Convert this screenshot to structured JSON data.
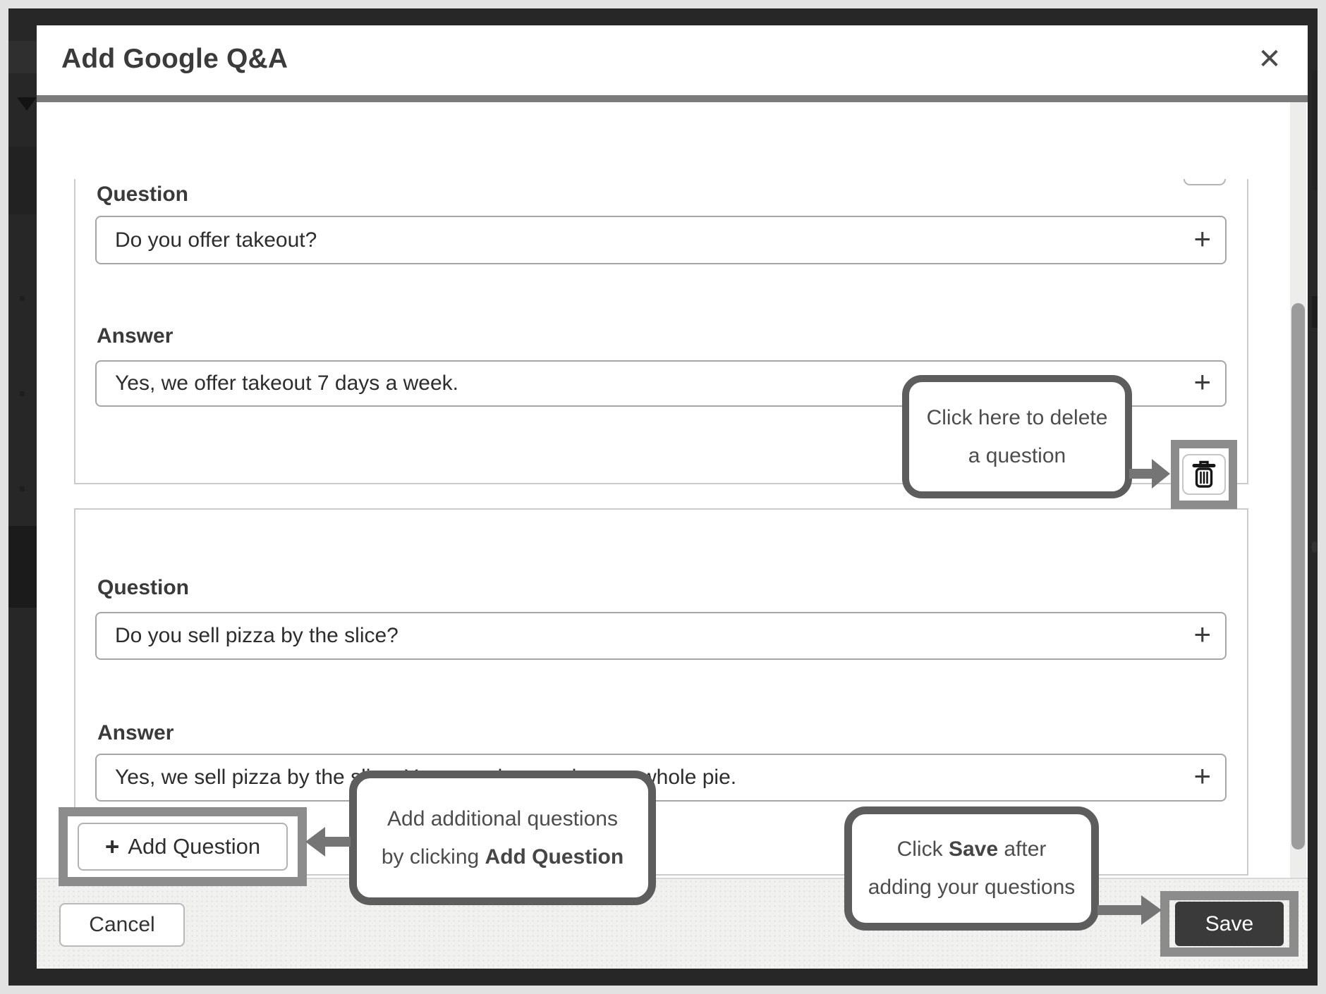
{
  "window": {
    "title": "Add Google Q&A"
  },
  "icons": {
    "close": "✕",
    "plus": "+",
    "trash": "trash-can",
    "scrollbar": "vertical-scrollbar"
  },
  "qa_blocks": [
    {
      "question_label": "Question",
      "question_value": "Do you offer takeout?",
      "answer_label": "Answer",
      "answer_value": "Yes, we offer takeout 7 days a week."
    },
    {
      "question_label": "Question",
      "question_value": "Do you sell pizza by the slice?",
      "answer_label": "Answer",
      "answer_value": "Yes, we sell pizza by the slice. You can also purchase a whole pie."
    }
  ],
  "actions": {
    "add_question_plus": "+",
    "add_question_label": "Add Question",
    "cancel_label": "Cancel",
    "save_label": "Save"
  },
  "callouts": {
    "delete_question": {
      "line1": "Click here to delete",
      "line2": "a question"
    },
    "add_question": {
      "line1": "Add additional questions",
      "line2_prefix": "by clicking ",
      "line2_bold": "Add Question"
    },
    "save": {
      "line1_prefix": "Click ",
      "line1_bold": "Save",
      "line1_suffix": " after",
      "line2": "adding your questions"
    }
  },
  "colors": {
    "highlight_frame": "#8c8c8c",
    "callout_border": "#5d5d5d",
    "callout_text": "#4d4d4d",
    "divider": "#7b7b7b",
    "save_button_bg": "#3a3a3a",
    "arrow": "#757575",
    "overlay": "#272727"
  }
}
